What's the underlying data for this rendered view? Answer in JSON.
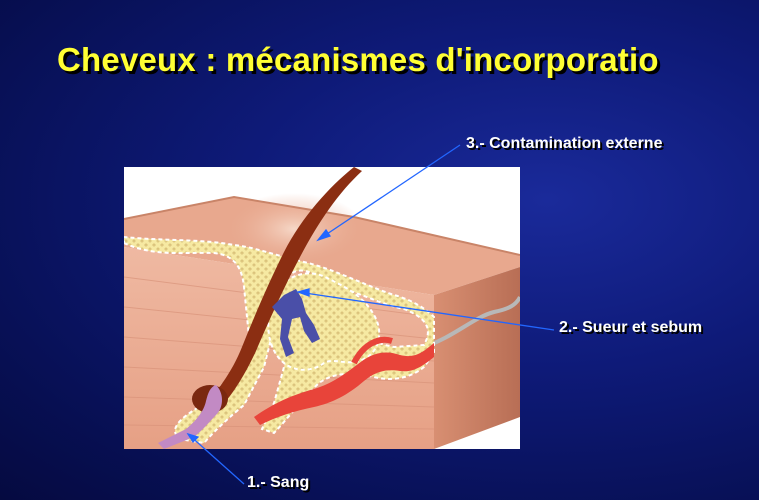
{
  "slide": {
    "title": "Cheveux : mécanismes d'incorporatio"
  },
  "labels": {
    "external": "3.- Contamination externe",
    "sweat": "2.- Sueur et sebum",
    "blood": "1.- Sang"
  },
  "colors": {
    "background": "#0e1a78",
    "title": "#ffff33",
    "label_text": "#ffffff",
    "arrow": "#2266ff",
    "skin": "#e8a88e",
    "gland": "#f6eaa0",
    "hair": "#8b2e12",
    "vessel": "#e8443a",
    "nerve_gland": "#4a4fa8",
    "bulb": "#c28ac4"
  }
}
